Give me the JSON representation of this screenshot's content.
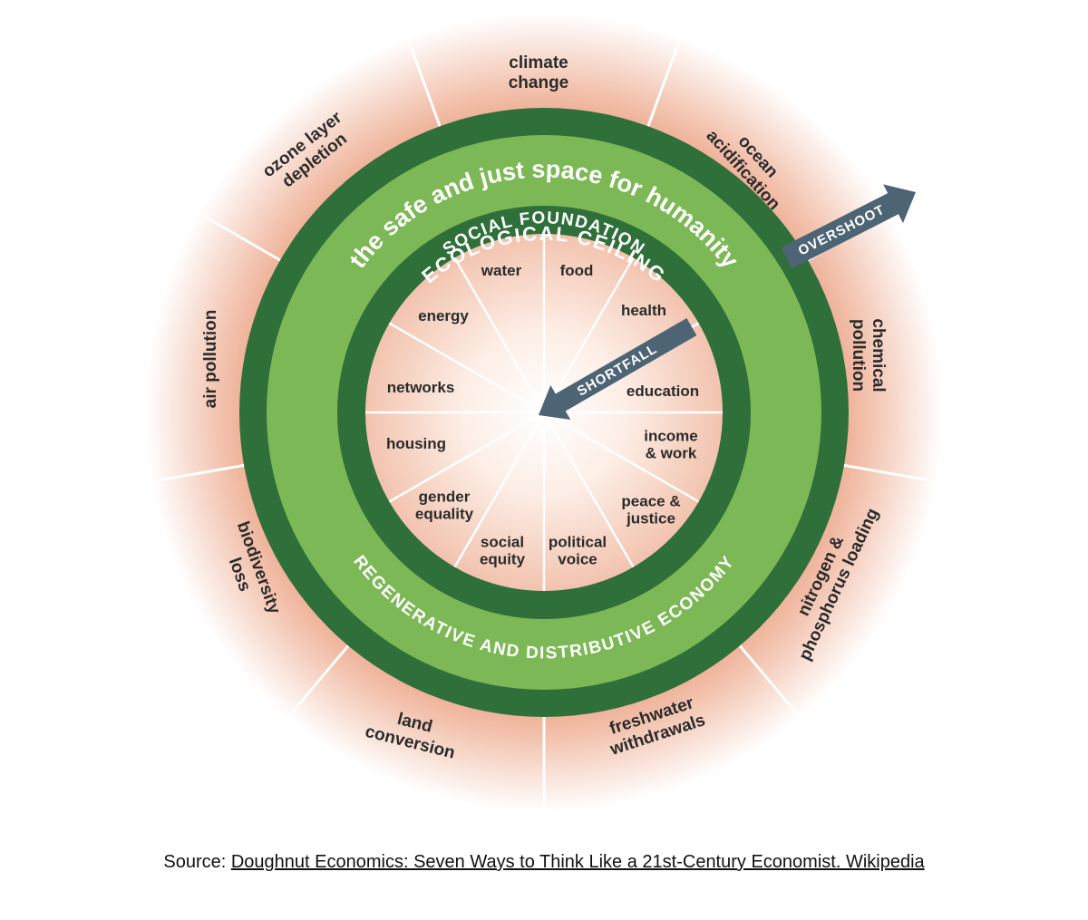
{
  "colors": {
    "dark_green": "#2f6f3a",
    "light_green": "#7cb855",
    "outer_glow": "#f0b9a2",
    "arrow": "#4d6474",
    "divider": "#ffffff",
    "text": "#2b2b2b"
  },
  "diagram": {
    "ring_labels": {
      "ecological_ceiling": "ECOLOGICAL CEILING",
      "safe_space": "the safe and just space for humanity",
      "social_foundation": "SOCIAL FOUNDATION",
      "regenerative": "REGENERATIVE AND DISTRIBUTIVE ECONOMY"
    },
    "arrows": {
      "overshoot": "OVERSHOOT",
      "shortfall": "SHORTFALL"
    },
    "ecological_ceiling_items": [
      {
        "lines": [
          "climate",
          "change"
        ]
      },
      {
        "lines": [
          "ocean",
          "acidification"
        ]
      },
      {
        "lines": [
          "chemical",
          "pollution"
        ]
      },
      {
        "lines": [
          "nitrogen &",
          "phosphorus loading"
        ]
      },
      {
        "lines": [
          "freshwater",
          "withdrawals"
        ]
      },
      {
        "lines": [
          "land",
          "conversion"
        ]
      },
      {
        "lines": [
          "biodiversity",
          "loss"
        ]
      },
      {
        "lines": [
          "air pollution"
        ]
      },
      {
        "lines": [
          "ozone layer",
          "depletion"
        ]
      }
    ],
    "social_foundation_items": [
      {
        "lines": [
          "water"
        ]
      },
      {
        "lines": [
          "food"
        ]
      },
      {
        "lines": [
          "health"
        ]
      },
      {
        "lines": [
          "education"
        ]
      },
      {
        "lines": [
          "income",
          "& work"
        ]
      },
      {
        "lines": [
          "peace &",
          "justice"
        ]
      },
      {
        "lines": [
          "political",
          "voice"
        ]
      },
      {
        "lines": [
          "social",
          "equity"
        ]
      },
      {
        "lines": [
          "gender",
          "equality"
        ]
      },
      {
        "lines": [
          "housing"
        ]
      },
      {
        "lines": [
          "networks"
        ]
      },
      {
        "lines": [
          "energy"
        ]
      }
    ]
  },
  "source": {
    "prefix": "Source: ",
    "link_text": "Doughnut Economics: Seven Ways to Think Like a 21st-Century Economist. Wikipedia"
  }
}
